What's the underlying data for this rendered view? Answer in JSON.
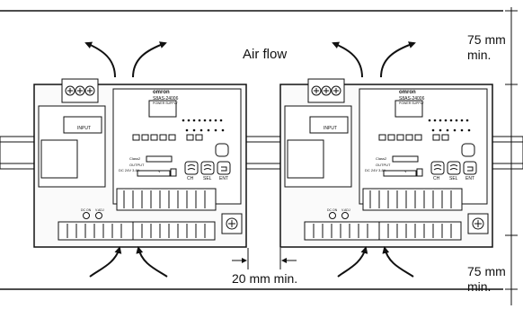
{
  "labels": {
    "air_flow": "Air flow",
    "top_clearance": "75 mm\nmin.",
    "bottom_clearance": "75 mm\nmin.",
    "gap": "20 mm min."
  },
  "unit_text": {
    "brand": "omron",
    "model": "S8AS-24006",
    "subtitle": "POWER SUPPLY",
    "input": "INPUT",
    "class2": "Class2",
    "output": "OUTPUT",
    "dc_rating": "DC 24V 3.8A",
    "v": "V",
    "ch": "CH",
    "sel": "SEL",
    "ent": "ENT",
    "dc_on": "DC ON",
    "v_adj": "V.ADJ"
  },
  "units_count": 2
}
